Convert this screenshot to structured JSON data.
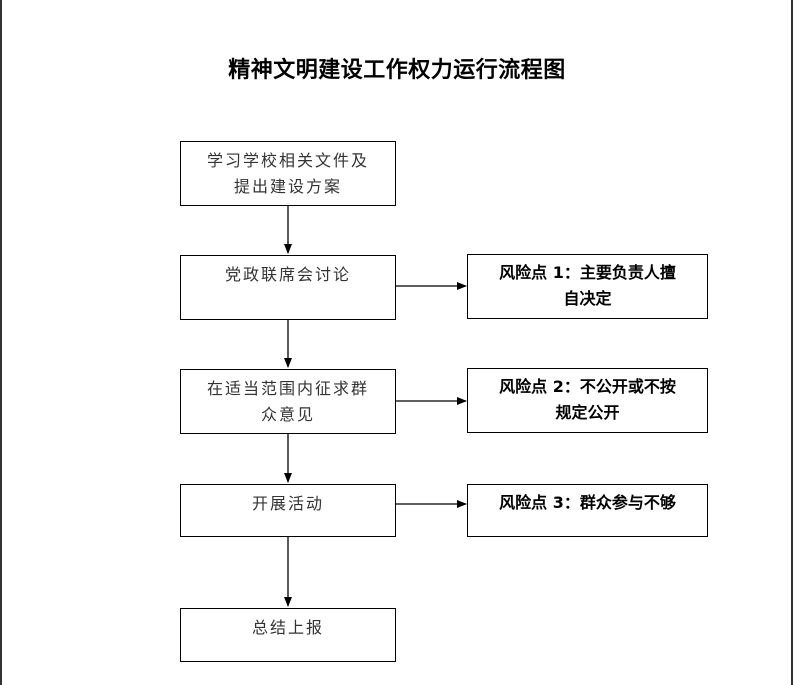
{
  "title": "精神文明建设工作权力运行流程图",
  "steps": [
    {
      "line1": "学习学校相关文件及",
      "line2": "提出建设方案"
    },
    {
      "line1": "党政联席会讨论",
      "line2": ""
    },
    {
      "line1": "在适当范围内征求群",
      "line2": "众意见"
    },
    {
      "line1": "开展活动",
      "line2": ""
    },
    {
      "line1": "总结上报",
      "line2": ""
    }
  ],
  "risks": [
    {
      "line1": "风险点 1：主要负责人擅",
      "line2": "自决定"
    },
    {
      "line1": "风险点 2：不公开或不按",
      "line2": "规定公开"
    },
    {
      "line1": "风险点 3：群众参与不够",
      "line2": ""
    }
  ]
}
